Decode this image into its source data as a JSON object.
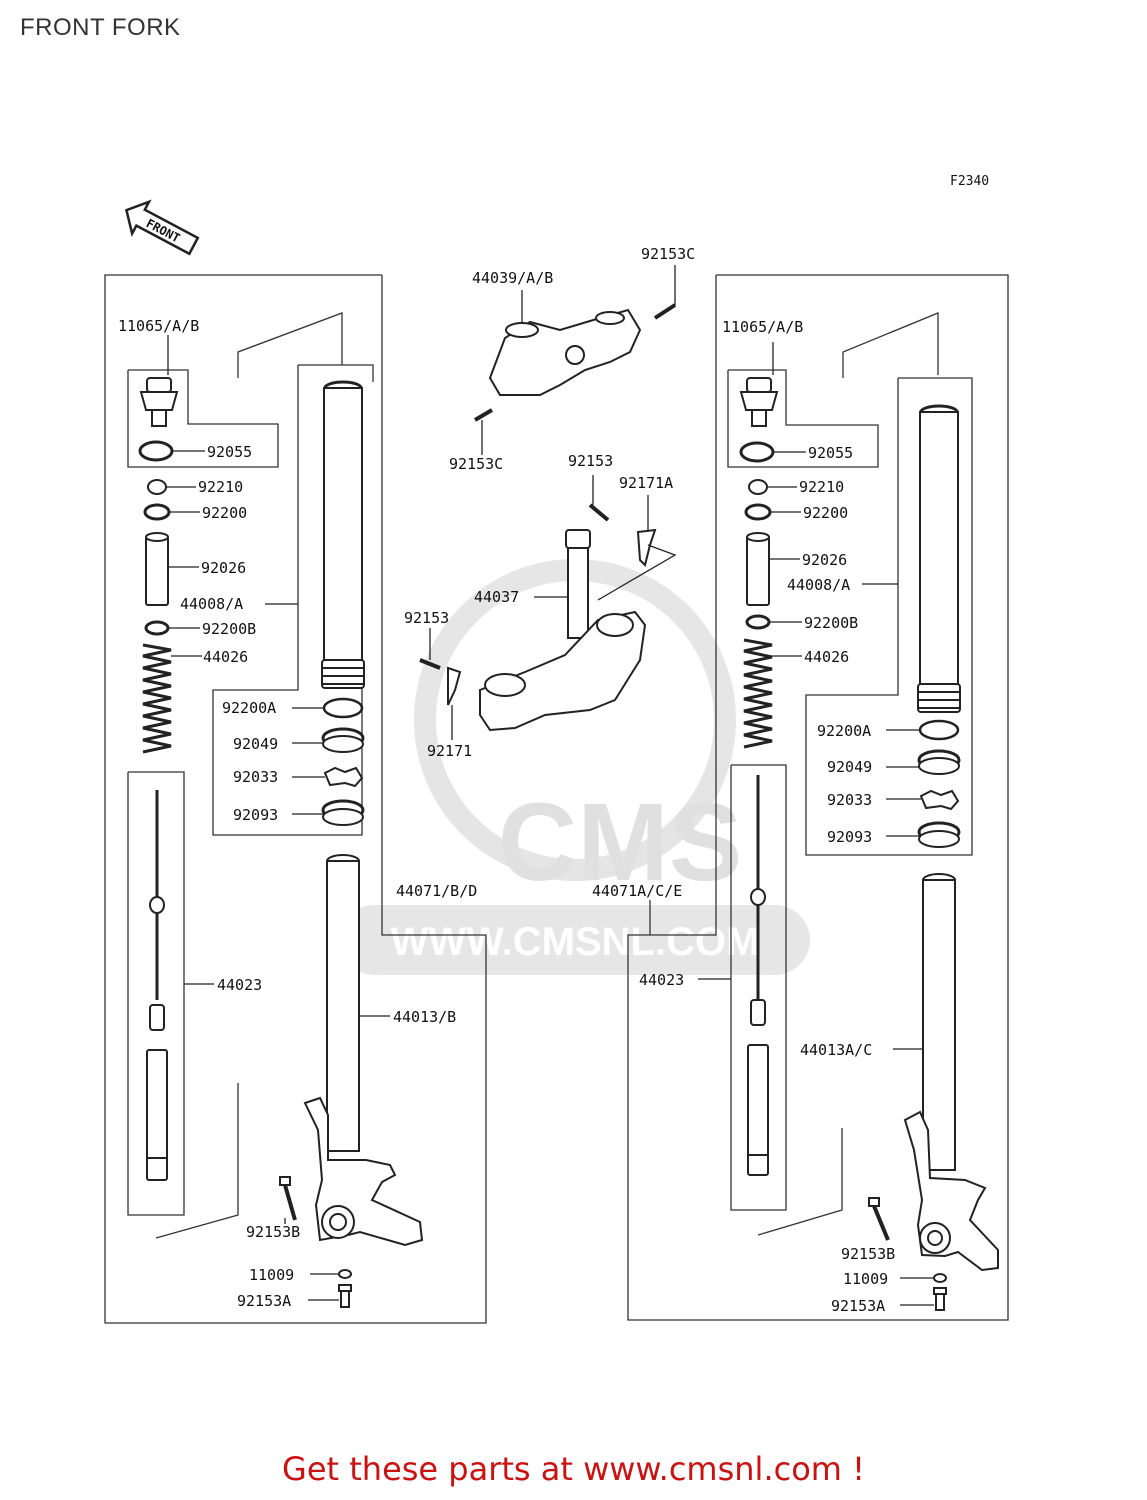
{
  "page": {
    "title": "FRONT FORK",
    "figure_code": "F2340",
    "front_arrow": "FRONT"
  },
  "watermark": {
    "brand": "CMS",
    "url": "WWW.CMSNL.COM"
  },
  "footer": {
    "text": "Get these parts at www.cmsnl.com !"
  },
  "colors": {
    "line": "#222222",
    "footer": "#cc1111",
    "watermark": "#dddddd"
  },
  "labels": {
    "l_11065": "11065/A/B",
    "l_92055": "92055",
    "l_92210": "92210",
    "l_92200": "92200",
    "l_92026": "92026",
    "l_44008": "44008/A",
    "l_92200B": "92200B",
    "l_44026": "44026",
    "l_92200A": "92200A",
    "l_92049": "92049",
    "l_92033": "92033",
    "l_92093": "92093",
    "l_44071": "44071/B/D",
    "l_44023": "44023",
    "l_44013": "44013/B",
    "l_92153B": "92153B",
    "l_11009": "11009",
    "l_92153A": "92153A",
    "c_44039": "44039/A/B",
    "c_92153C_top": "92153C",
    "c_92153C_bot": "92153C",
    "c_92153_a": "92153",
    "c_92171A": "92171A",
    "c_44037": "44037",
    "c_92153_b": "92153",
    "c_92171": "92171",
    "r_11065": "11065/A/B",
    "r_92055": "92055",
    "r_92210": "92210",
    "r_92200": "92200",
    "r_92026": "92026",
    "r_44008": "44008/A",
    "r_92200B": "92200B",
    "r_44026": "44026",
    "r_92200A": "92200A",
    "r_92049": "92049",
    "r_92033": "92033",
    "r_92093": "92093",
    "r_44071": "44071A/C/E",
    "r_44023": "44023",
    "r_44013": "44013A/C",
    "r_92153B": "92153B",
    "r_11009": "11009",
    "r_92153A": "92153A"
  }
}
